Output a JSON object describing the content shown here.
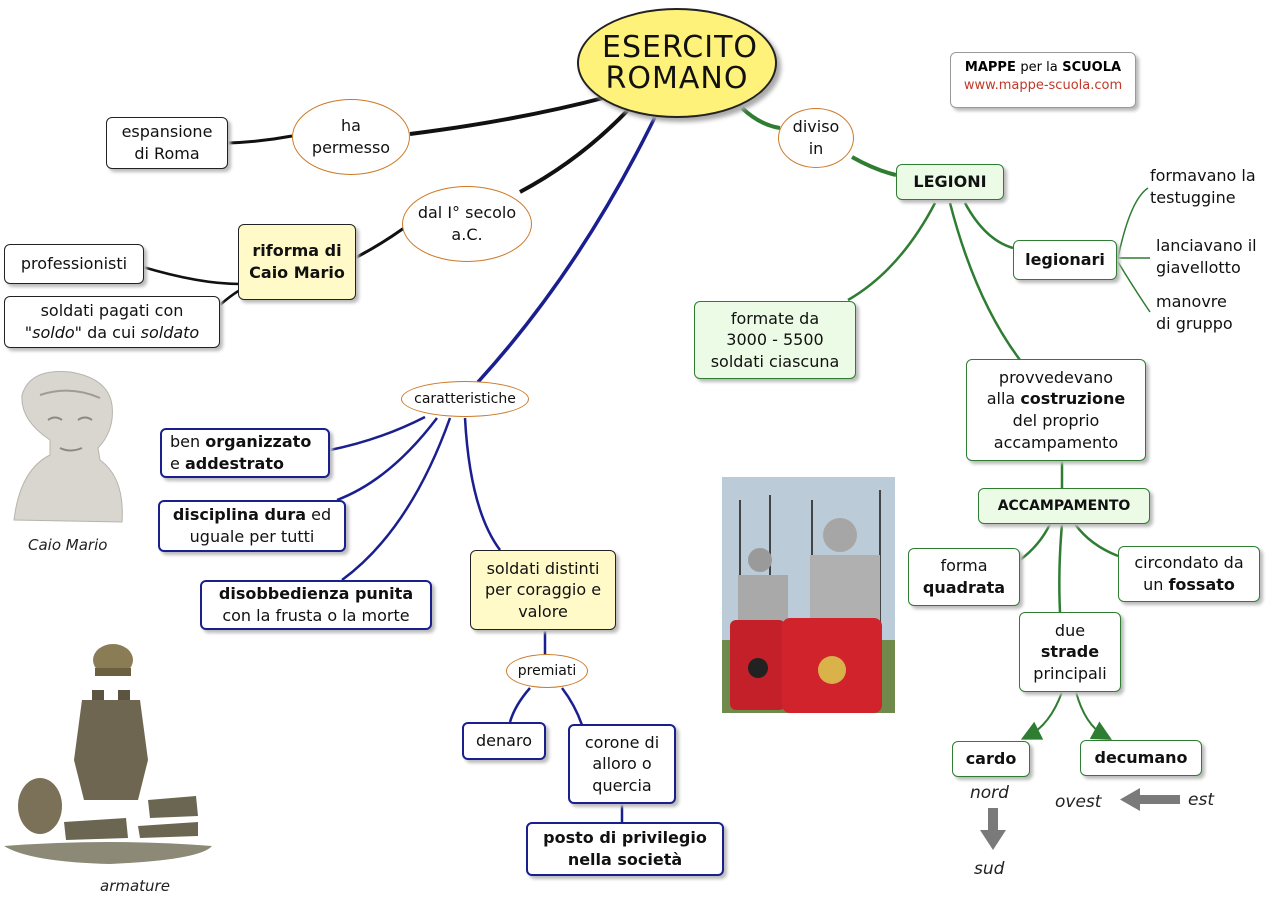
{
  "title": "ESERCITO ROMANO",
  "brand": {
    "line1_a": "MAPPE",
    "line1_b": "per la",
    "line1_c": "SCUOLA",
    "site": "www.mappe-scuola.com"
  },
  "connectors": {
    "ha_permesso": "ha permesso",
    "dal_secolo": "dal I° secolo a.C.",
    "caratteristiche": "caratteristiche",
    "premiati": "premiati",
    "diviso_in": "diviso in"
  },
  "nodes": {
    "espansione": "espansione di Roma",
    "riforma": "riforma di Caio Mario",
    "professionisti": "professionisti",
    "soldo_a": "soldati pagati con",
    "soldo_b": "\"soldo\"",
    "soldo_c": " da cui ",
    "soldo_d": "soldato",
    "org_a": "ben ",
    "org_b": "organizzato",
    "org_c": "e ",
    "org_d": "addestrato",
    "disc_a": "disciplina dura",
    "disc_b": " ed",
    "disc_c": "uguale per tutti",
    "disob_a": "disobbedienza punita",
    "disob_b": "con la frusta o la morte",
    "distinti": "soldati distinti per coraggio e valore",
    "denaro": "denaro",
    "corone": "corone di alloro o quercia",
    "posto": "posto di privilegio nella società",
    "legioni": "LEGIONI",
    "formate": "formate da 3000 - 5500 soldati ciascuna",
    "legionari": "legionari",
    "testuggine": "formavano la testuggine",
    "giavellotto": "lanciavano il giavellotto",
    "manovre": "manovre di gruppo",
    "prov_a": "provvedevano",
    "prov_b": "alla ",
    "prov_c": "costruzione",
    "prov_d": "del proprio",
    "prov_e": "accampamento",
    "accampamento": "ACCAMPAMENTO",
    "forma_a": "forma",
    "forma_b": "quadrata",
    "circ_a": "circondato da",
    "circ_b": "un ",
    "circ_c": "fossato",
    "due_a": "due",
    "due_b": "strade",
    "due_c": "principali",
    "cardo": "cardo",
    "decumano": "decumano"
  },
  "directions": {
    "nord": "nord",
    "sud": "sud",
    "ovest": "ovest",
    "est": "est"
  },
  "captions": {
    "caio": "Caio Mario",
    "armature": "armature"
  },
  "colors": {
    "title_fill": "#fff27a",
    "blue_line": "#1a1f8f",
    "green_line": "#2e7d32",
    "oval_border": "#cc7a29",
    "light_yellow": "#fffac8",
    "light_green": "#ecfbe6"
  }
}
